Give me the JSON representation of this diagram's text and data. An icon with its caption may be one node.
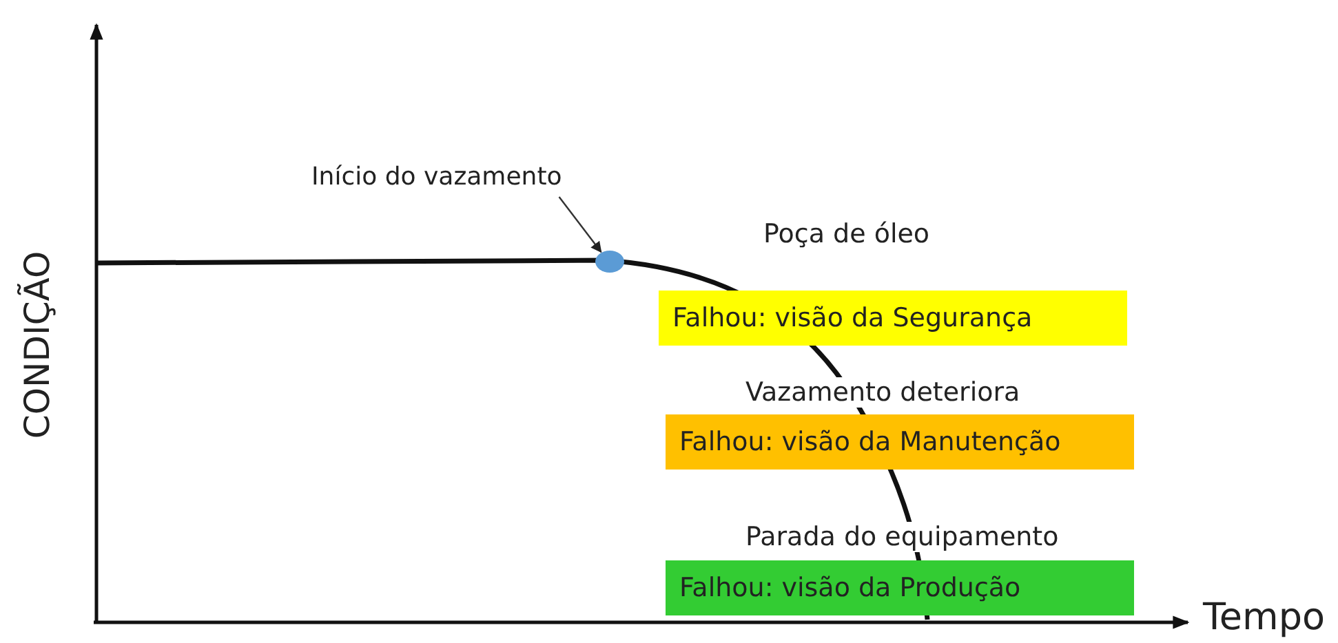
{
  "diagram": {
    "nodes": [
      {
        "text": [
          "Início do vazamento"
        ]
      },
      {
        "text": [],
        "shape": "circle"
      },
      {
        "text": [
          "Falhou: visão da Segurança"
        ]
      },
      {
        "text": [
          "Falhou: visão da Manutenção"
        ]
      },
      {
        "text": [
          "Falhou: visão da Produção"
        ]
      }
    ],
    "edges": [
      {
        "from": 0,
        "to": 1,
        "arrow": "to"
      }
    ],
    "labels": [
      "Poça de óleo",
      "Vazamento deteriora",
      "Parada do equipamento",
      "CONDIÇÃO",
      "Tempo"
    ]
  }
}
